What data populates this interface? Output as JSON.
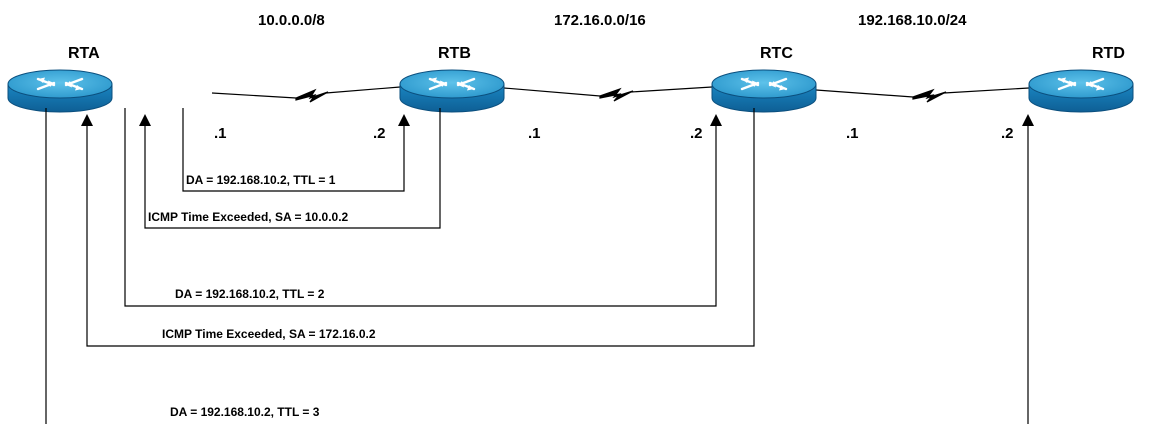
{
  "networks": [
    "10.0.0.0/8",
    "172.16.0.0/16",
    "192.168.10.0/24"
  ],
  "routers": [
    "RTA",
    "RTB",
    "RTC",
    "RTD"
  ],
  "interfaces": [
    ".1",
    ".2",
    ".1",
    ".2",
    ".1",
    ".2"
  ],
  "messages": [
    "DA = 192.168.10.2,   TTL = 1",
    "ICMP Time Exceeded, SA =  10.0.0.2",
    "DA = 192.168.10.2,   TTL = 2",
    "ICMP Time Exceeded, SA =  172.16.0.2",
    "DA = 192.168.10.2,   TTL = 3"
  ],
  "colors": {
    "router_top": "#2f9fd2",
    "router_side": "#1578b4",
    "router_edge": "#0b4f7e",
    "router_arrows": "#ffffff"
  },
  "icons": {
    "router": "cisco-router-icon"
  }
}
